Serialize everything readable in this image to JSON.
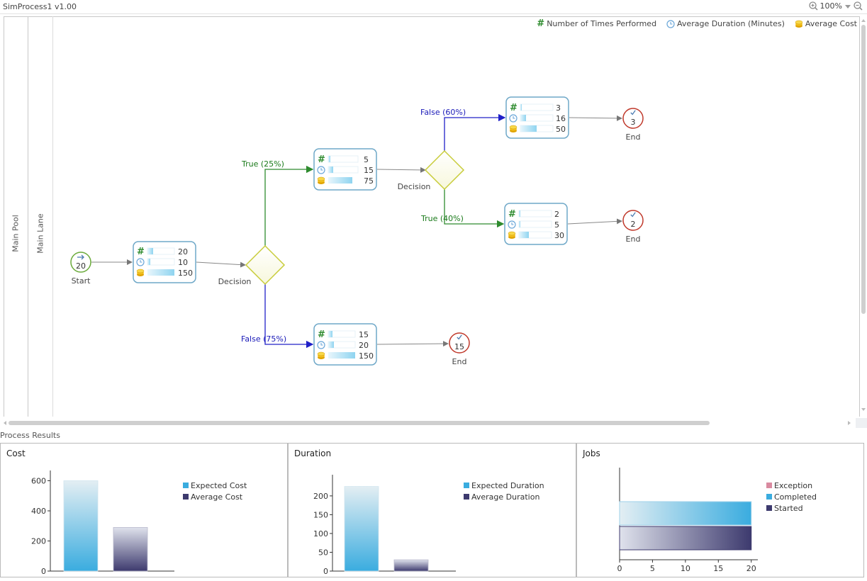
{
  "app": {
    "title": "SimProcess1 v1.00",
    "zoom": "100%"
  },
  "pool_label": "Main Pool",
  "lane_label": "Main Lane",
  "legend": {
    "count": "Number of Times Performed",
    "duration": "Average Duration (Minutes)",
    "cost": "Average Cost"
  },
  "diagram": {
    "start": {
      "label": "Start",
      "value": "20"
    },
    "task1": {
      "count": "20",
      "duration": "10",
      "cost": "150"
    },
    "decision1_label": "Decision",
    "decision2_label": "Decision",
    "task_true25": {
      "count": "5",
      "duration": "15",
      "cost": "75"
    },
    "task_false75": {
      "count": "15",
      "duration": "20",
      "cost": "150"
    },
    "task_false60": {
      "count": "3",
      "duration": "16",
      "cost": "50"
    },
    "task_true40": {
      "count": "2",
      "duration": "5",
      "cost": "30"
    },
    "flow_true25": "True (25%)",
    "flow_false75": "False (75%)",
    "flow_false60": "False (60%)",
    "flow_true40": "True (40%)",
    "end_a": {
      "label": "End",
      "value": "3"
    },
    "end_b": {
      "label": "End",
      "value": "2"
    },
    "end_c": {
      "label": "End",
      "value": "15"
    }
  },
  "results_label": "Process Results",
  "panels": {
    "cost": {
      "title": "Cost"
    },
    "duration": {
      "title": "Duration"
    },
    "jobs": {
      "title": "Jobs"
    }
  },
  "chart_data": [
    {
      "type": "bar",
      "title": "Cost",
      "categories": [
        "Expected Cost",
        "Average Cost"
      ],
      "series": [
        {
          "name": "Expected Cost",
          "values": [
            600
          ]
        },
        {
          "name": "Average Cost",
          "values": [
            290
          ]
        }
      ],
      "yticks": [
        "0",
        "200",
        "400",
        "600"
      ],
      "ylim": [
        0,
        640
      ],
      "legend": "top-right"
    },
    {
      "type": "bar",
      "title": "Duration",
      "categories": [
        "Expected Duration",
        "Average Duration"
      ],
      "series": [
        {
          "name": "Expected Duration",
          "values": [
            225
          ]
        },
        {
          "name": "Average Duration",
          "values": [
            30
          ]
        }
      ],
      "yticks": [
        "0",
        "50",
        "100",
        "150",
        "200"
      ],
      "ylim": [
        0,
        245
      ],
      "legend": "top-right"
    },
    {
      "type": "bar",
      "orientation": "horizontal",
      "title": "Jobs",
      "series": [
        {
          "name": "Exception",
          "values": [
            0
          ]
        },
        {
          "name": "Completed",
          "values": [
            20
          ]
        },
        {
          "name": "Started",
          "values": [
            20
          ]
        }
      ],
      "xticks": [
        "0",
        "5",
        "10",
        "15",
        "20"
      ],
      "xlim": [
        0,
        21
      ],
      "legend": "top-right"
    }
  ],
  "colors": {
    "task_border": "#6fa8c8",
    "decision_fill": "#fffff0",
    "decision_border": "#c8cc3a",
    "start_border": "#6aaa3a",
    "end_border": "#c0392b",
    "true_flow": "#2e8b2e",
    "false_flow": "#2020c8",
    "blue_bar": "#3aacdf",
    "navy_bar": "#3d3a6e",
    "pink": "#d98aa0"
  }
}
